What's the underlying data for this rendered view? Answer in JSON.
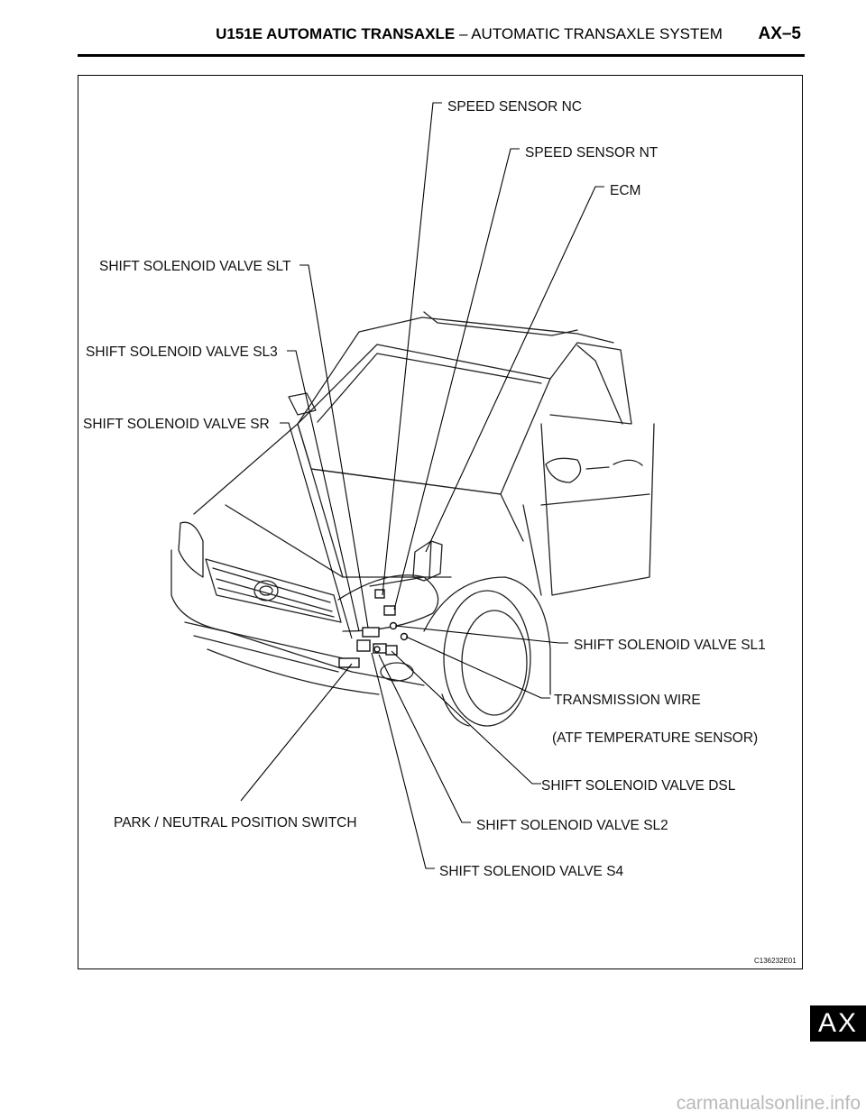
{
  "header": {
    "title_bold": "U151E AUTOMATIC TRANSAXLE",
    "title_separator": "–",
    "title_rest": "AUTOMATIC TRANSAXLE SYSTEM",
    "page_number": "AX–5"
  },
  "figure": {
    "labels": {
      "speed_sensor_nc": "SPEED SENSOR NC",
      "speed_sensor_nt": "SPEED SENSOR NT",
      "ecm": "ECM",
      "shift_solenoid_valve_slt": "SHIFT SOLENOID VALVE SLT",
      "shift_solenoid_valve_sl3": "SHIFT SOLENOID VALVE SL3",
      "shift_solenoid_valve_sr": "SHIFT SOLENOID VALVE SR",
      "shift_solenoid_valve_sl1": "SHIFT SOLENOID VALVE SL1",
      "transmission_wire": "TRANSMISSION WIRE",
      "atf_temperature_sensor": "(ATF TEMPERATURE SENSOR)",
      "shift_solenoid_valve_dsl": "SHIFT SOLENOID VALVE DSL",
      "park_neutral_position_switch": "PARK / NEUTRAL POSITION SWITCH",
      "shift_solenoid_valve_sl2": "SHIFT SOLENOID VALVE SL2",
      "shift_solenoid_valve_s4": "SHIFT SOLENOID VALVE S4"
    },
    "figure_code": "C136232E01"
  },
  "section_tab": "AX",
  "watermark": "carmanualsonline.info"
}
